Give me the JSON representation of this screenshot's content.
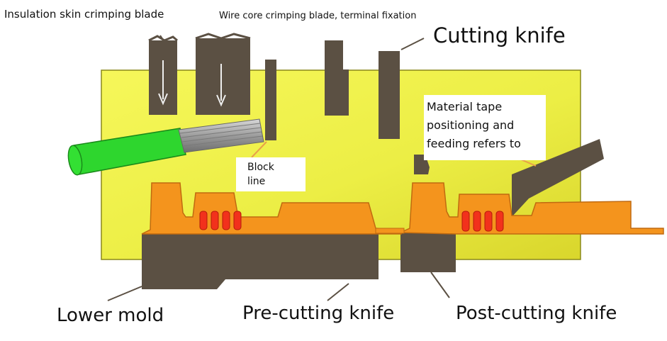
{
  "labels": {
    "insulation_blade": "Insulation skin crimping blade",
    "wire_core_blade": "Wire core crimping blade, terminal fixation",
    "cutting_knife": "Cutting knife",
    "material_tape": [
      "Material tape",
      "positioning and",
      "feeding refers to"
    ],
    "block_line": [
      "Block",
      "line"
    ],
    "lower_mold": "Lower mold",
    "pre_cutting_knife": "Pre-cutting knife",
    "post_cutting_knife": "Post-cutting knife"
  },
  "colors": {
    "die_plate": "#eef14e",
    "die_plate_edge": "#6b6a10",
    "blade": "#5b5043",
    "terminal": "#f4941d",
    "crimp_barrel": "#f2311c",
    "wire_insulation": "#2ed62e",
    "wire_core": "#9a9a9a",
    "leader": "#e8a04a"
  }
}
